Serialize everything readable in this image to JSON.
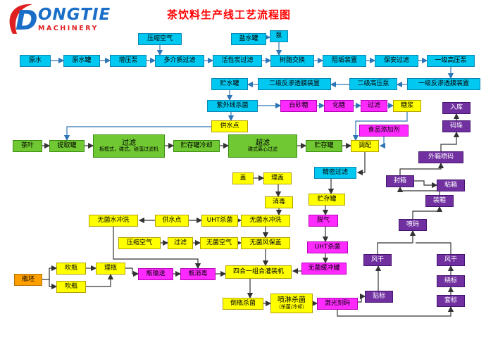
{
  "title": "茶饮料生产线工艺流程图",
  "logo": {
    "d": "D",
    "brand": "ONGTIE",
    "tagline": "MACHINERY"
  },
  "colors": {
    "accent_cyan": "#00c8f0",
    "accent_green": "#70c832",
    "accent_yellow": "#ffff00",
    "accent_magenta": "#ff2aff",
    "accent_purple": "#7030a0",
    "accent_orange": "#ffa000",
    "title_red": "#ff0000",
    "logo_blue": "#1a6ec8",
    "logo_red": "#e02020"
  },
  "nodes": {
    "compressed_air_top": "压缩空气",
    "salt_tank": "盐水罐",
    "pump": "泵",
    "raw_water": "原水",
    "raw_water_tank": "原水罐",
    "booster_pump": "增压泵",
    "multimedia_filter": "多介质过滤",
    "carbon_filter": "活性炭过滤",
    "resin_exchange": "树脂交换",
    "antiscale": "阻垢装置",
    "security_filter": "保安过滤",
    "hp_pump_1": "一级高压泵",
    "water_tank": "贮水罐",
    "ro_2": "二级反渗透膜装置",
    "hp_pump_2": "二级高压泵",
    "ro_1": "一级反渗透膜装置",
    "uv": "紫外线杀菌",
    "white_sugar": "白砂糖",
    "sugar_melt": "化糖",
    "sugar_filter": "过滤",
    "syrup": "糖浆",
    "warehouse": "入库",
    "water_point_1": "供水点",
    "food_additive": "食品添加剂",
    "palletize": "码垛",
    "tea_leaf": "茶叶",
    "extract_tank": "提取罐",
    "filter_main": {
      "label": "过滤",
      "sub": "板框式，碟式，硅藻过滤机"
    },
    "storage_cool": "贮存罐冷却",
    "ultrafilter": {
      "label": "超滤",
      "sub": "碟式离心过滤"
    },
    "storage_green": "贮存罐",
    "blend": "调配",
    "carton_code": "外箱喷码",
    "cap": "盖",
    "cap_sort": "理盖",
    "precision_filter": "精密过滤",
    "seal_carton": "封箱",
    "glue_carton": "粘箱",
    "pack_carton": "装箱",
    "disinfect": "消毒",
    "storage_yellow": "贮存罐",
    "sterile_rinse_l": "无菌水冲洗",
    "water_point_2": "供水点",
    "uht_1": "UHT杀菌",
    "sterile_rinse_r": "无菌水冲洗",
    "degas": "脱气",
    "bottle_code": "喷码",
    "compressed_air_2": "压缩空气",
    "air_filter": "过滤",
    "sterile_air": "无菌空气",
    "sterile_air_cap": "无菌风保盖",
    "uht_2": "UHT杀菌",
    "air_dry_l": "风干",
    "air_dry_r": "风干",
    "preform": "瓶坯",
    "blow_1": "吹瓶",
    "bottle_sort": "理瓶",
    "bottle_convey": "瓶输送",
    "bottle_disinfect": "瓶消毒",
    "filler": "四合一组合灌装机",
    "sterile_buffer": "无菌缓冲罐",
    "blow_2": "吹瓶",
    "invert_sterilize": "倒瓶杀菌",
    "spray_sterilize": {
      "label": "喷淋杀菌",
      "sub": "（杀菌/冷却）"
    },
    "laser_code": "激光刻码",
    "label_stick": "贴标",
    "label_wrap": "绕标",
    "label_sleeve": "套标"
  }
}
